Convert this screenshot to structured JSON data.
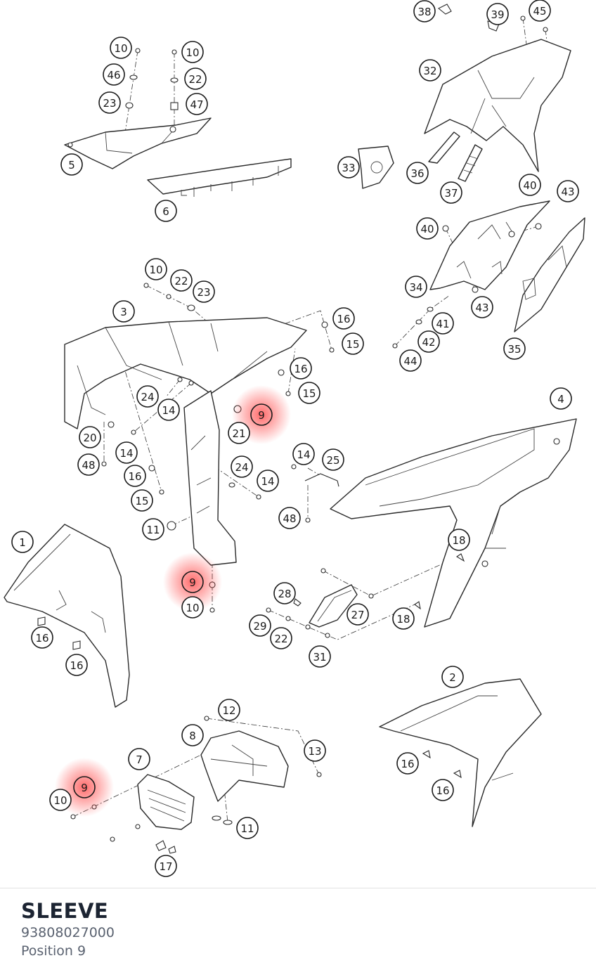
{
  "part": {
    "name": "SLEEVE",
    "number": "93808027000",
    "position": "Position 9"
  },
  "diagram": {
    "highlight_color": "#ff3b3b",
    "callouts": [
      {
        "label": "38",
        "hl": false
      },
      {
        "label": "39",
        "hl": false
      },
      {
        "label": "45",
        "hl": false
      },
      {
        "label": "10",
        "hl": false
      },
      {
        "label": "10",
        "hl": false
      },
      {
        "label": "46",
        "hl": false
      },
      {
        "label": "22",
        "hl": false
      },
      {
        "label": "23",
        "hl": false
      },
      {
        "label": "47",
        "hl": false
      },
      {
        "label": "32",
        "hl": false
      },
      {
        "label": "5",
        "hl": false
      },
      {
        "label": "33",
        "hl": false
      },
      {
        "label": "36",
        "hl": false
      },
      {
        "label": "6",
        "hl": false
      },
      {
        "label": "37",
        "hl": false
      },
      {
        "label": "40",
        "hl": false
      },
      {
        "label": "43",
        "hl": false
      },
      {
        "label": "40",
        "hl": false
      },
      {
        "label": "10",
        "hl": false
      },
      {
        "label": "22",
        "hl": false
      },
      {
        "label": "23",
        "hl": false
      },
      {
        "label": "34",
        "hl": false
      },
      {
        "label": "43",
        "hl": false
      },
      {
        "label": "3",
        "hl": false
      },
      {
        "label": "16",
        "hl": false
      },
      {
        "label": "41",
        "hl": false
      },
      {
        "label": "15",
        "hl": false
      },
      {
        "label": "42",
        "hl": false
      },
      {
        "label": "35",
        "hl": false
      },
      {
        "label": "44",
        "hl": false
      },
      {
        "label": "16",
        "hl": false
      },
      {
        "label": "15",
        "hl": false
      },
      {
        "label": "24",
        "hl": false
      },
      {
        "label": "9",
        "hl": true
      },
      {
        "label": "14",
        "hl": false
      },
      {
        "label": "4",
        "hl": false
      },
      {
        "label": "21",
        "hl": false
      },
      {
        "label": "20",
        "hl": false
      },
      {
        "label": "14",
        "hl": false
      },
      {
        "label": "14",
        "hl": false
      },
      {
        "label": "25",
        "hl": false
      },
      {
        "label": "48",
        "hl": false
      },
      {
        "label": "24",
        "hl": false
      },
      {
        "label": "16",
        "hl": false
      },
      {
        "label": "14",
        "hl": false
      },
      {
        "label": "15",
        "hl": false
      },
      {
        "label": "48",
        "hl": false
      },
      {
        "label": "11",
        "hl": false
      },
      {
        "label": "1",
        "hl": false
      },
      {
        "label": "18",
        "hl": false
      },
      {
        "label": "9",
        "hl": true
      },
      {
        "label": "28",
        "hl": false
      },
      {
        "label": "10",
        "hl": false
      },
      {
        "label": "27",
        "hl": false
      },
      {
        "label": "18",
        "hl": false
      },
      {
        "label": "29",
        "hl": false
      },
      {
        "label": "16",
        "hl": false
      },
      {
        "label": "22",
        "hl": false
      },
      {
        "label": "31",
        "hl": false
      },
      {
        "label": "16",
        "hl": false
      },
      {
        "label": "2",
        "hl": false
      },
      {
        "label": "12",
        "hl": false
      },
      {
        "label": "8",
        "hl": false
      },
      {
        "label": "13",
        "hl": false
      },
      {
        "label": "7",
        "hl": false
      },
      {
        "label": "16",
        "hl": false
      },
      {
        "label": "9",
        "hl": true
      },
      {
        "label": "16",
        "hl": false
      },
      {
        "label": "10",
        "hl": false
      },
      {
        "label": "11",
        "hl": false
      },
      {
        "label": "17",
        "hl": false
      }
    ]
  }
}
